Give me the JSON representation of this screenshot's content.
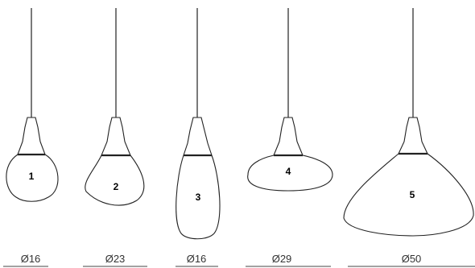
{
  "lamps": [
    {
      "number": "1",
      "diameter": "Ø16"
    },
    {
      "number": "2",
      "diameter": "Ø23"
    },
    {
      "number": "3",
      "diameter": "Ø16"
    },
    {
      "number": "4",
      "diameter": "Ø29"
    },
    {
      "number": "5",
      "diameter": "Ø50"
    }
  ]
}
